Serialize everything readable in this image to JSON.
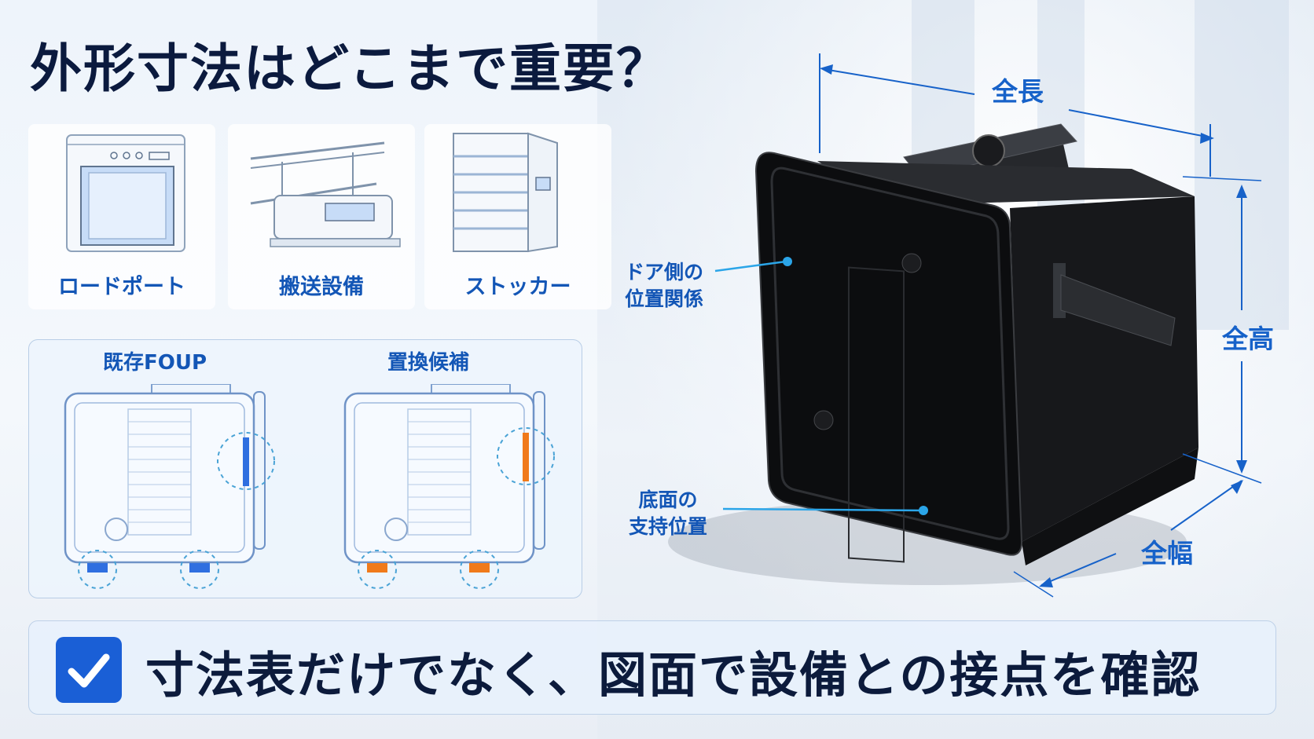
{
  "title": "外形寸法はどこまで重要？",
  "equipment": [
    {
      "label": "ロードポート",
      "icon": "load-port-icon"
    },
    {
      "label": "搬送設備",
      "icon": "transport-equipment-icon"
    },
    {
      "label": "ストッカー",
      "icon": "stocker-icon"
    }
  ],
  "comparison": {
    "existing_label": "既存FOUP",
    "candidate_label": "置換候補",
    "existing_color": "#2f6fe0",
    "candidate_color": "#f07a1a"
  },
  "callouts": {
    "door_side": "ドア側の\n位置関係",
    "bottom_support": "底面の\n支持位置"
  },
  "dimensions": {
    "length": "全長",
    "height": "全高",
    "width": "全幅"
  },
  "banner": {
    "icon": "checkbox-checked-icon",
    "text": "寸法表だけでなく、図面で設備との接点を確認"
  },
  "colors": {
    "accent": "#1356b6",
    "title": "#0b1a3e",
    "check_bg": "#1a5fd6"
  }
}
